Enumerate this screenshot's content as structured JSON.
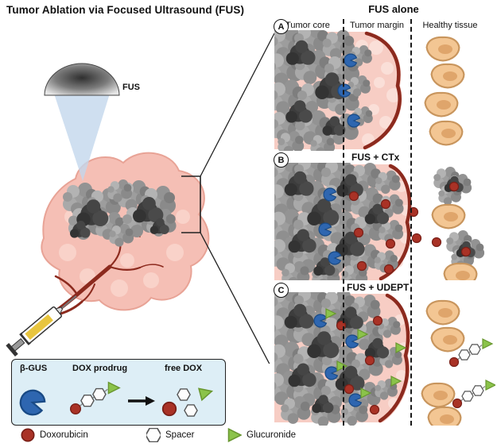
{
  "title": "Tumor Ablation via Focused Ultrasound (FUS)",
  "left": {
    "fus_label": "FUS",
    "legend_box": {
      "beta_gus": "β-GUS",
      "dox_prodrug": "DOX prodrug",
      "free_dox": "free DOX"
    },
    "legend_row": [
      {
        "label": "Doxorubicin"
      },
      {
        "label": "Spacer"
      },
      {
        "label": "Glucuronide"
      }
    ]
  },
  "right": {
    "header": "FUS alone",
    "columns": [
      "Tumor core",
      "Tumor margin",
      "Healthy tissue"
    ],
    "panels": [
      {
        "id": "A"
      },
      {
        "id": "B",
        "label": "FUS + CTx"
      },
      {
        "id": "C",
        "label": "FUS + UDEPT"
      }
    ]
  },
  "colors": {
    "doxorubicin": "#a93226",
    "glucuronide": "#8bc34a",
    "beta_gus": "#2e66b0",
    "tumor_margin": "#8c2a1e",
    "tumor_tissue_pink": "#f7cdc4",
    "healthy_cell": "#f3c693",
    "tumor_cell_gray": "#8a8a8a",
    "legend_box_bg": "#ddeef6",
    "beam_blue": "#c3d7ec"
  }
}
